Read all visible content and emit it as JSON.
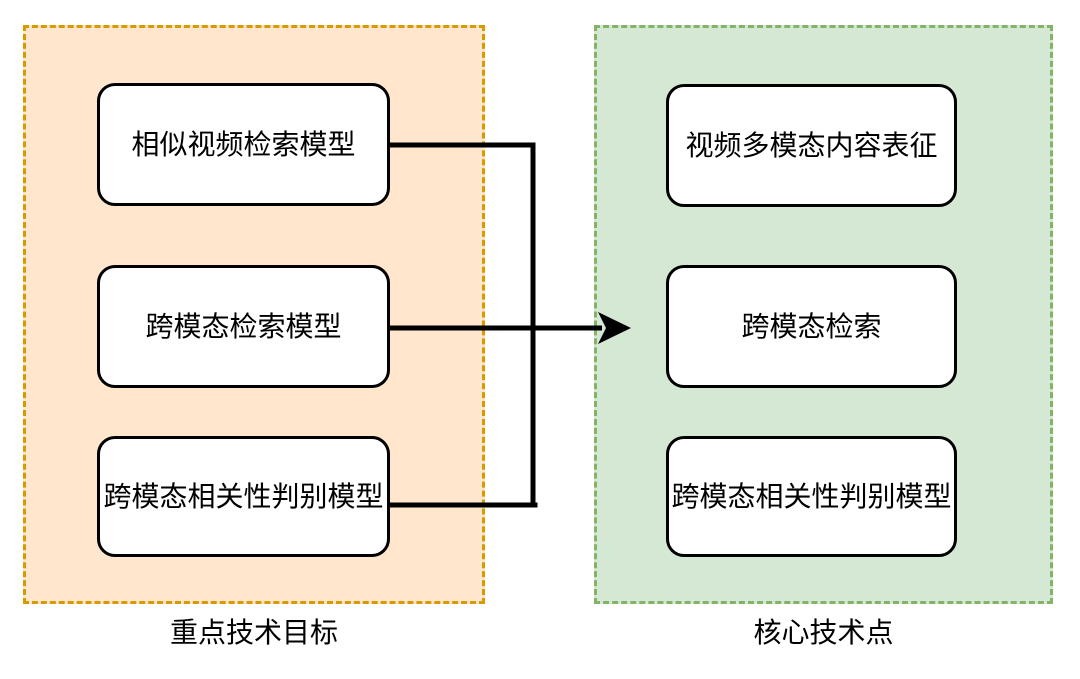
{
  "diagram": {
    "left_group": {
      "label": "重点技术目标",
      "fill_color": "#FFE6CC",
      "border_color": "#D79B00",
      "nodes": [
        {
          "label": "相似视频检索模型"
        },
        {
          "label": "跨模态检索模型"
        },
        {
          "label": "跨模态相关性判别模型"
        }
      ]
    },
    "right_group": {
      "label": "核心技术点",
      "fill_color": "#D5E8D4",
      "border_color": "#82B366",
      "nodes": [
        {
          "label": "视频多模态内容表征"
        },
        {
          "label": "跨模态检索"
        },
        {
          "label": "跨模态相关性判别模型"
        }
      ]
    },
    "connector": {
      "color": "#000000",
      "style": "elbow-merge-arrow",
      "from": [
        "相似视频检索模型",
        "跨模态检索模型",
        "跨模态相关性判别模型"
      ],
      "to": "跨模态检索"
    },
    "node_style": {
      "fill_color": "#FFFFFF",
      "border_color": "#000000"
    }
  }
}
